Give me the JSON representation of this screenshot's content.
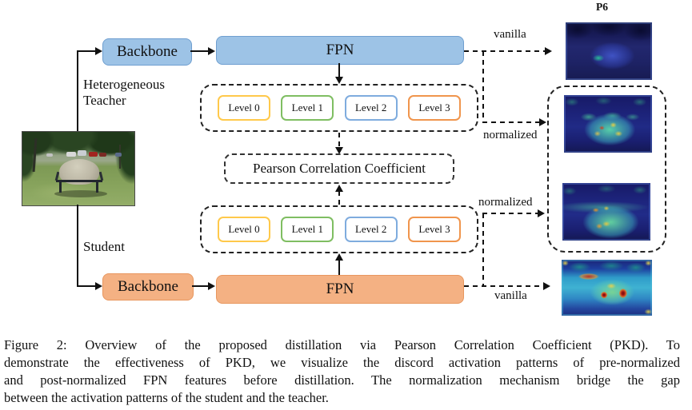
{
  "figure": {
    "p6_label": "P6",
    "teacher": {
      "role_line1": "Heterogeneous",
      "role_line2": "Teacher",
      "backbone": "Backbone",
      "fpn": "FPN",
      "levels": [
        "Level 0",
        "Level 1",
        "Level 2",
        "Level 3"
      ],
      "vanilla": "vanilla",
      "normalized": "normalized"
    },
    "student": {
      "role": "Student",
      "backbone": "Backbone",
      "fpn": "FPN",
      "levels": [
        "Level 0",
        "Level 1",
        "Level 2",
        "Level 3"
      ],
      "vanilla": "vanilla",
      "normalized": "normalized"
    },
    "pearson": "Pearson Correlation Coefficient",
    "colors": {
      "teacher_fill": "#9dc3e6",
      "teacher_border": "#6f9fd0",
      "student_fill": "#f4b183",
      "student_border": "#e8975f",
      "level0_border": "#ffc94b",
      "level1_border": "#7fbe62",
      "level2_border": "#7facde",
      "level3_border": "#f0954d"
    }
  },
  "caption": {
    "lines": [
      "Figure 2:  Overview of the proposed distillation via Pearson Correlation Coefficient (PKD). To",
      "demonstrate the effectiveness of PKD, we visualize the discord activation patterns of pre-normalized",
      "and post-normalized FPN features before distillation. The normalization mechanism bridge the gap",
      "between the activation patterns of the student and the teacher."
    ]
  }
}
